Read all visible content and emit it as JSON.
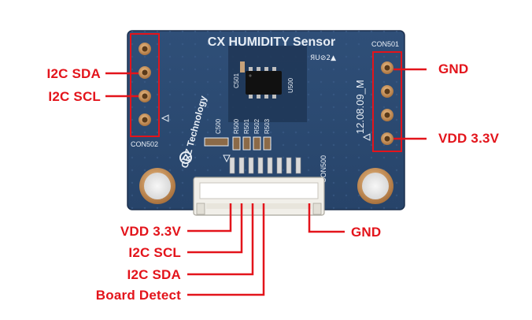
{
  "board": {
    "title": "CX  HUMIDITY  Sensor",
    "brand": "CRZ Technology",
    "date_code": "12.08.09_M",
    "silk": {
      "c501": "C501",
      "u500": "U500",
      "c500": "C500",
      "r500": "R500",
      "r501": "R501",
      "r502": "R502",
      "r503": "R503",
      "con500": "CON500",
      "con501": "CON501",
      "con502": "CON502",
      "logo_mark": "ЯU⊘2▲"
    }
  },
  "labels": {
    "left_top_sda": "I2C SDA",
    "left_top_scl": "I2C SCL",
    "right_gnd": "GND",
    "right_vdd": "VDD 3.3V",
    "bottom_vdd": "VDD 3.3V",
    "bottom_scl": "I2C SCL",
    "bottom_sda": "I2C SDA",
    "bottom_detect": "Board Detect",
    "bottom_gnd": "GND"
  },
  "colors": {
    "pcb": "#2c4a72",
    "pcb_dark": "#1e3556",
    "callout": "#e3141b",
    "copper": "#c8935a",
    "silk": "#e8eef5"
  }
}
